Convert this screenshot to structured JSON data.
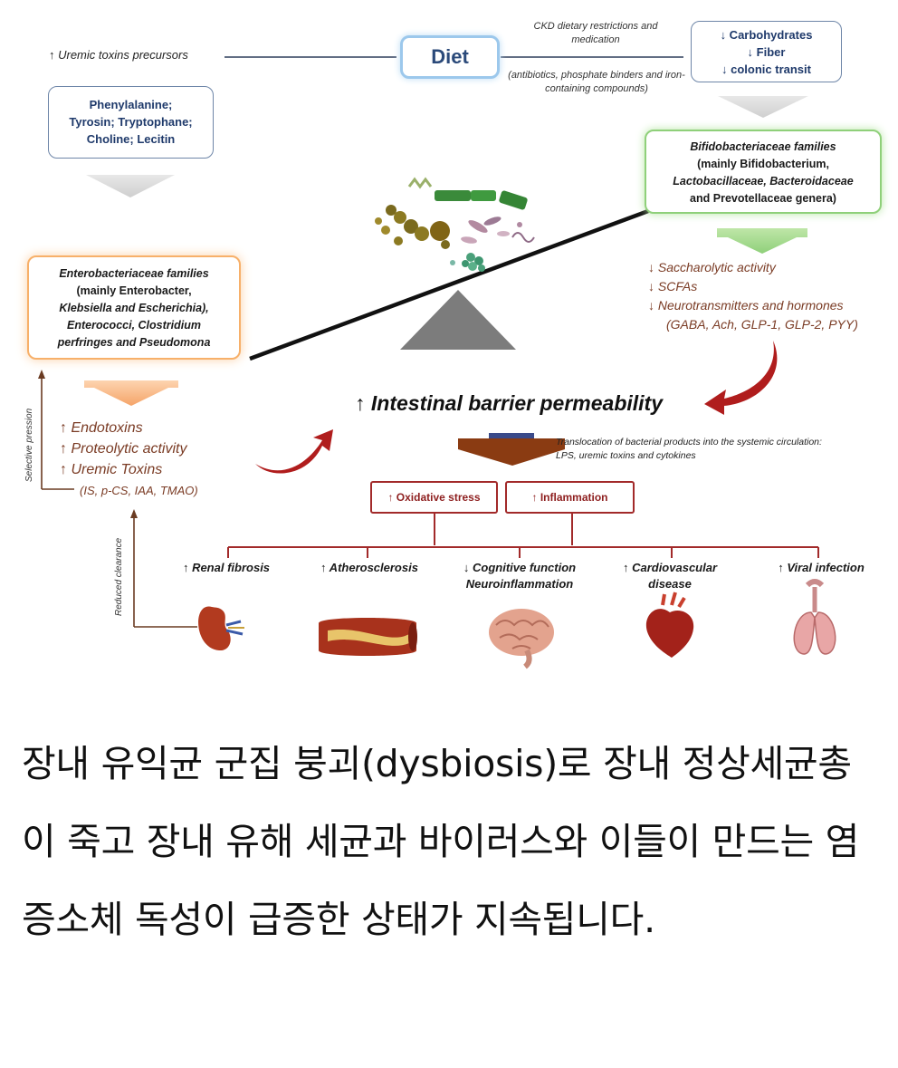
{
  "diagram": {
    "uremic_precursors_label": "↑ Uremic toxins precursors",
    "diet_label": "Diet",
    "ckd_note_top": "CKD dietary restrictions and medication",
    "ckd_note_bottom": "(antibiotics, phosphate binders and iron-containing compounds)",
    "carb_box_lines": [
      "↓ Carbohydrates",
      "↓ Fiber",
      "↓ colonic transit"
    ],
    "amino_box_lines": [
      "Phenylalanine;",
      "Tyrosin; Tryptophane;",
      "Choline; Lecitin"
    ],
    "bifido_box_lines": [
      "Bifidobacteriaceae families",
      "(mainly Bifidobacterium,",
      "Lactobacillaceae, Bacteroidaceae",
      "and Prevotellaceae genera)"
    ],
    "entero_box_lines": [
      "Enterobacteriaceae families",
      "(mainly Enterobacter,",
      "Klebsiella and Escherichia),",
      "Enterococci, Clostridium",
      "perfringes and Pseudomona"
    ],
    "saccharolytic_lines": [
      "↓ Saccharolytic activity",
      "↓ SCFAs",
      "↓ Neurotransmitters and hormones",
      "(GABA, Ach, GLP-1, GLP-2, PYY)"
    ],
    "entero_effects_lines": [
      "↑ Endotoxins",
      "↑ Proteolytic activity",
      "↑ Uremic Toxins"
    ],
    "entero_effects_sub": "(IS, p-CS, IAA, TMAO)",
    "selective_pression_label": "Selective pression",
    "reduced_clearance_label": "Reduced clearance",
    "barrier_title": "↑ Intestinal barrier permeability",
    "translocation_note": "Translocation of bacterial products into the systemic circulation: LPS, uremic toxins and cytokines",
    "oxidative_stress_label": "↑ Oxidative stress",
    "inflammation_label": "↑ Inflammation",
    "outcomes": [
      {
        "label": "↑ Renal fibrosis",
        "icon": "kidney-icon"
      },
      {
        "label": "↑ Atherosclerosis",
        "icon": "artery-icon"
      },
      {
        "label": "↓ Cognitive function\nNeuroinflammation",
        "icon": "brain-icon"
      },
      {
        "label": "↑ Cardiovascular\ndisease",
        "icon": "heart-icon"
      },
      {
        "label": "↑ Viral infection",
        "icon": "lungs-icon"
      }
    ]
  },
  "caption": "장내 유익균 군집 붕괴(dysbiosis)로 장내 정상세균총이 죽고 장내 유해 세균과 바이러스와 이들이 만드는 염증소체 독성이 급증한 상태가 지속됩니다.",
  "colors": {
    "blue_text": "#1f3a6b",
    "brown_text": "#7a3b24",
    "red": "#a22a2a",
    "green_glow": "#8fd07a",
    "orange_glow": "#f7b06a",
    "diet_glow": "#9cc8ec"
  }
}
